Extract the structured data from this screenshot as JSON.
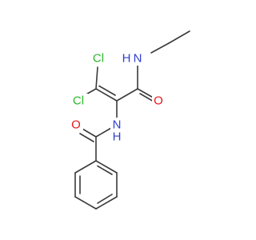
{
  "molecule": {
    "atoms": [
      {
        "id": "cl_top",
        "symbol": "Cl",
        "color": "#2db82d"
      },
      {
        "id": "cl_left",
        "symbol": "Cl",
        "color": "#2db82d"
      },
      {
        "id": "n_amide_ethyl",
        "symbol": "N",
        "color": "#2f3fcf"
      },
      {
        "id": "h_amide_ethyl",
        "symbol": "H",
        "color": "#2f3fcf"
      },
      {
        "id": "o_amide",
        "symbol": "O",
        "color": "#e8151b"
      },
      {
        "id": "n_benzamide",
        "symbol": "N",
        "color": "#2f3fcf"
      },
      {
        "id": "h_benzamide",
        "symbol": "H",
        "color": "#2f3fcf"
      },
      {
        "id": "o_benzoyl",
        "symbol": "O",
        "color": "#e8151b"
      }
    ],
    "bond_color": "#3a3a3a"
  }
}
